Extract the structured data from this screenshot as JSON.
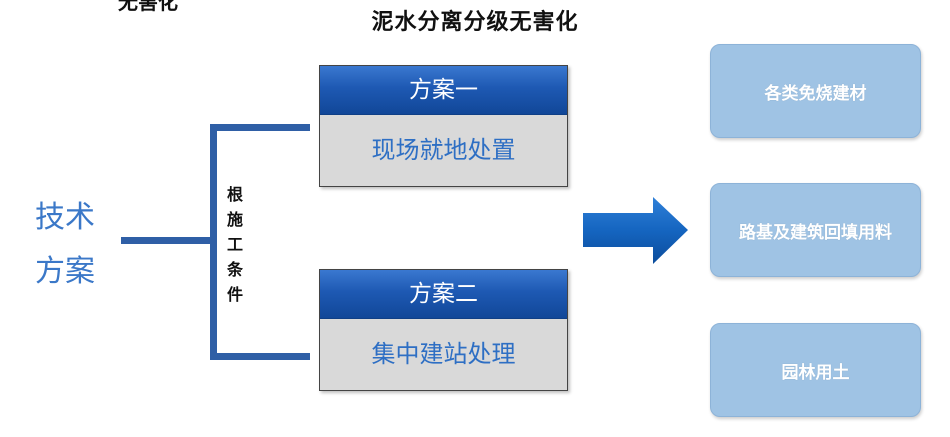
{
  "title": "泥水分离分级无害化",
  "top_cropped_text": "无害化",
  "left_label": {
    "line1": "技术",
    "line2": "方案"
  },
  "condition_label": [
    "根",
    "施",
    "工",
    "条",
    "件"
  ],
  "options": [
    {
      "header": "方案一",
      "body": "现场就地处置"
    },
    {
      "header": "方案二",
      "body": "集中建站处理"
    }
  ],
  "results": [
    "各类免烧建材",
    "路基及建筑回填用料",
    "园林用土"
  ],
  "colors": {
    "header_blue": "#1e59b3",
    "body_gray": "#d9d9d9",
    "result_blue": "#9fc3e4",
    "label_blue": "#3b78c8",
    "connector_blue": "#2f5fa6"
  },
  "icons": {
    "arrow": "right-arrow-icon"
  }
}
